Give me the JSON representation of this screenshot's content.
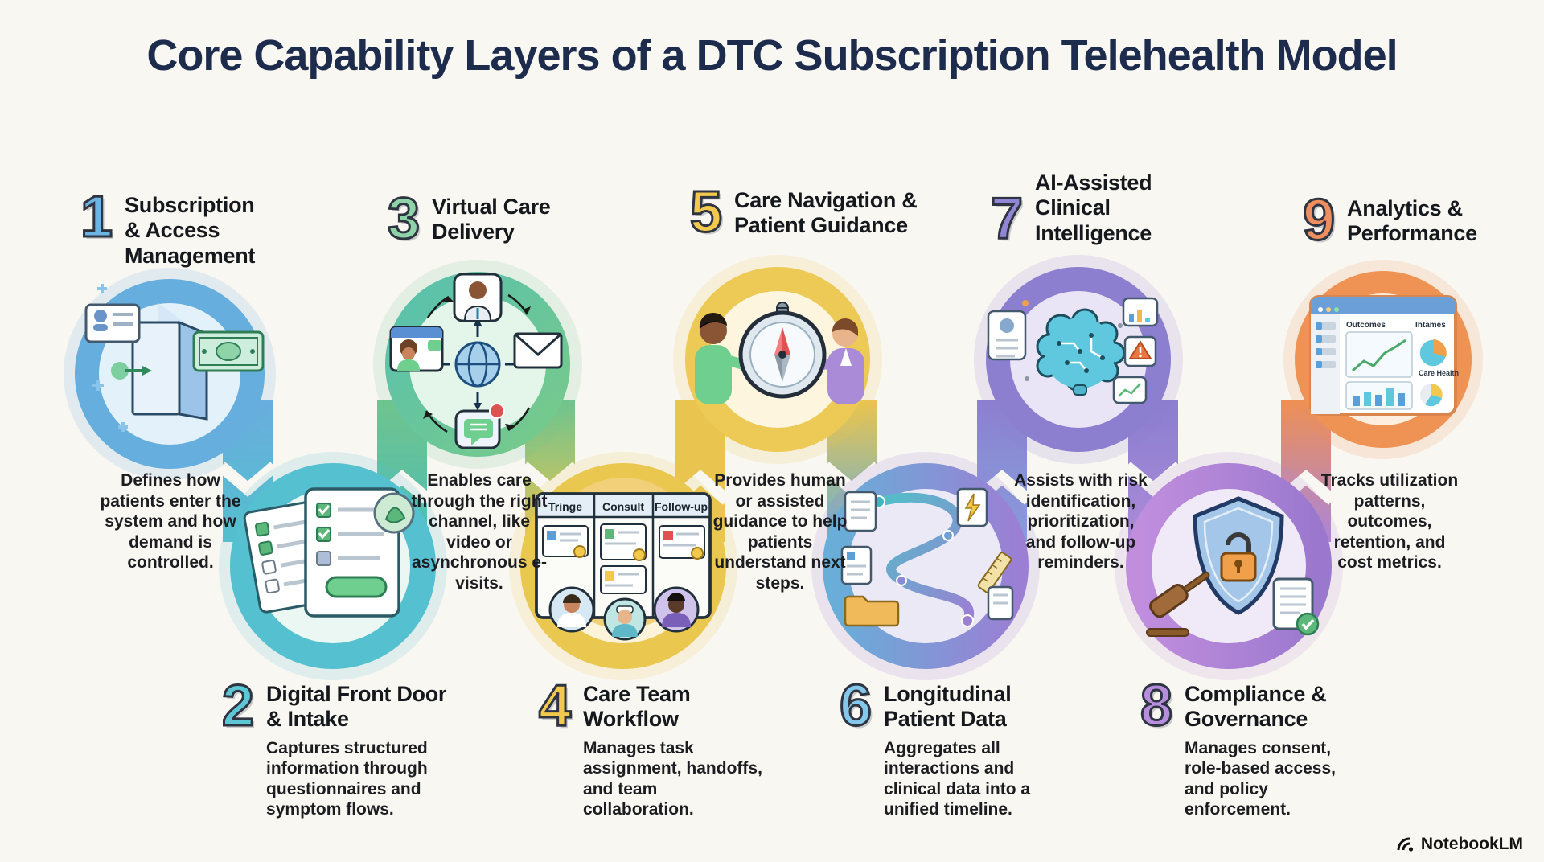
{
  "title": "Core Capability Layers of a DTC Subscription Telehealth Model",
  "watermark": "NotebookLM",
  "palette": {
    "background": "#f9f7f2",
    "title_color": "#1d2b4d",
    "ribbon": {
      "blue": "#66aede",
      "teal": "#55c0cf",
      "green": "#6fc48e",
      "yellow": "#eac84f",
      "light_blue": "#6fb3dc",
      "purple": "#8d7fd0",
      "lavender": "#b48ad6",
      "orange": "#ef9355"
    }
  },
  "layers": [
    {
      "number": "1",
      "name_lines": [
        "Subscription",
        "& Access",
        "Management"
      ],
      "description": "Defines how patients enter the system and how demand is controlled.",
      "accent": "#6cb4e4",
      "position": "top",
      "illustration": "door-entry-icon"
    },
    {
      "number": "2",
      "name_lines": [
        "Digital Front Door",
        "& Intake"
      ],
      "description": "Captures structured information through questionnaires and symptom flows.",
      "accent": "#5ec7d6",
      "position": "bottom",
      "illustration": "intake-forms-icon"
    },
    {
      "number": "3",
      "name_lines": [
        "Virtual Care",
        "Delivery"
      ],
      "description": "Enables care through the right channel, like video or asynchronous e-visits.",
      "accent": "#8fd4a8",
      "position": "top",
      "illustration": "virtual-care-icon"
    },
    {
      "number": "4",
      "name_lines": [
        "Care Team",
        "Workflow"
      ],
      "description": "Manages task assignment, handoffs, and team collaboration.",
      "accent": "#f2c94c",
      "position": "bottom",
      "illustration": "kanban-board-icon",
      "board_columns": [
        "Tringe",
        "Consult",
        "Follow-up"
      ]
    },
    {
      "number": "5",
      "name_lines": [
        "Care Navigation &",
        "Patient Guidance"
      ],
      "description": "Provides human or assisted guidance to help patients understand next steps.",
      "accent": "#f2c94c",
      "position": "top",
      "illustration": "compass-guidance-icon"
    },
    {
      "number": "6",
      "name_lines": [
        "Longitudinal",
        "Patient Data"
      ],
      "description": "Aggregates all interactions and clinical data into a unified timeline.",
      "accent": "#86c8ec",
      "position": "bottom",
      "illustration": "data-timeline-icon"
    },
    {
      "number": "7",
      "name_lines": [
        "AI-Assisted",
        "Clinical",
        "Intelligence"
      ],
      "description": "Assists with risk identification, prioritization, and follow-up reminders.",
      "accent": "#9186d6",
      "position": "top",
      "illustration": "ai-brain-icon"
    },
    {
      "number": "8",
      "name_lines": [
        "Compliance &",
        "Governance"
      ],
      "description": "Manages consent, role-based access, and policy enforcement.",
      "accent": "#b78ede",
      "position": "bottom",
      "illustration": "compliance-shield-icon"
    },
    {
      "number": "9",
      "name_lines": [
        "Analytics &",
        "Performance"
      ],
      "description": "Tracks utilization patterns, outcomes, retention, and cost metrics.",
      "accent": "#ef8e5e",
      "position": "top",
      "illustration": "analytics-dashboard-icon",
      "dashboard_labels": {
        "outcomes": "Outcomes",
        "intames": "Intames",
        "care_health": "Care Health"
      }
    }
  ]
}
